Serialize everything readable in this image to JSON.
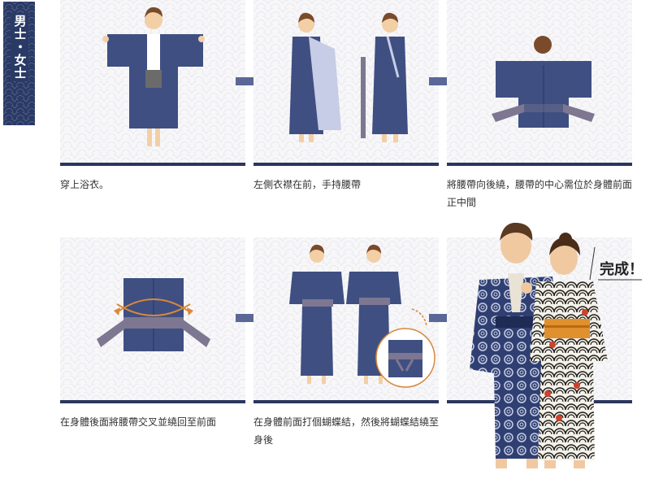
{
  "tag": {
    "label": "男士・女士"
  },
  "steps": [
    {
      "caption": "穿上浴衣。"
    },
    {
      "caption": "左側衣襟在前，手持腰帶"
    },
    {
      "caption": "將腰帶向後繞，腰帶的中心需位於身體前面正中間"
    },
    {
      "caption": "在身體後面將腰帶交叉並繞回至前面"
    },
    {
      "caption": "在身體前面打個蝴蝶結，然後將蝴蝶結繞至身後"
    },
    {
      "caption": ""
    }
  ],
  "done": {
    "label": "完成！"
  },
  "colors": {
    "navy": "#3f4f82",
    "dark_navy": "#2b3660",
    "sash": "#7d7791",
    "arrow": "#5b6797",
    "orange_arrow": "#d9883a"
  }
}
